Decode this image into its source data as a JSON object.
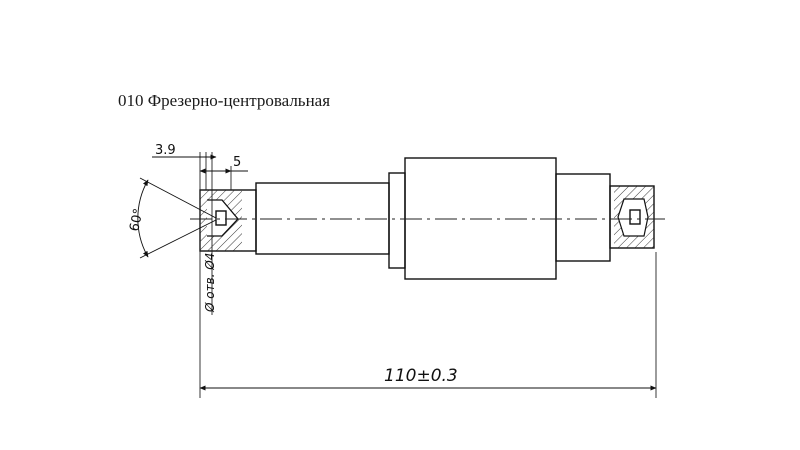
{
  "title": "010 Фрезерно-центровальная",
  "dimensions": {
    "depth_1": "3.9",
    "depth_2": "5",
    "angle": "60°",
    "hole": "Ø отв. Ø4",
    "length": "110±0.3"
  }
}
